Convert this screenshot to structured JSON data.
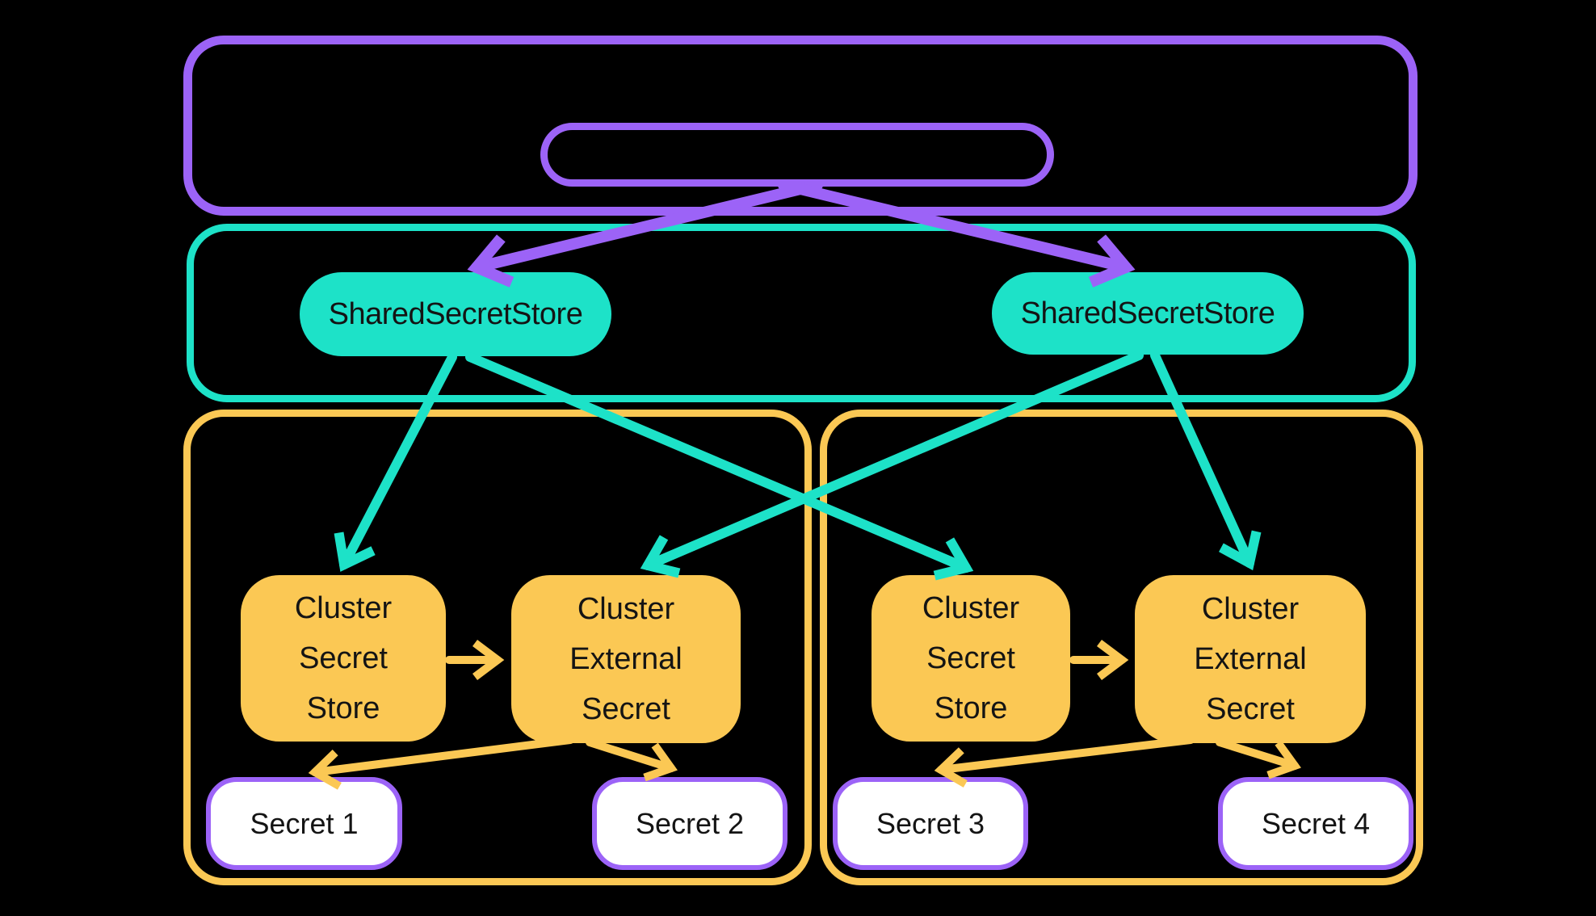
{
  "colors": {
    "background": "#000000",
    "purple": "#9C63F7",
    "teal": "#1DE2C8",
    "yellow": "#FBC854",
    "secret_fill": "#FFFFFF",
    "text": "#141414"
  },
  "nodes": {
    "shared_store_left": {
      "label": "SharedSecretStore"
    },
    "shared_store_right": {
      "label": "SharedSecretStore"
    },
    "cluster_secret_store_left": {
      "lines": [
        "Cluster",
        "Secret",
        "Store"
      ]
    },
    "cluster_external_secret_left": {
      "lines": [
        "Cluster",
        "External",
        "Secret"
      ]
    },
    "cluster_secret_store_right": {
      "lines": [
        "Cluster",
        "Secret",
        "Store"
      ]
    },
    "cluster_external_secret_right": {
      "lines": [
        "Cluster",
        "External",
        "Secret"
      ]
    },
    "secret_1": {
      "label": "Secret 1"
    },
    "secret_2": {
      "label": "Secret 2"
    },
    "secret_3": {
      "label": "Secret 3"
    },
    "secret_4": {
      "label": "Secret 4"
    }
  },
  "edges": [
    {
      "from": "center-pill",
      "to": "shared-store-pill-left",
      "color": "purple"
    },
    {
      "from": "center-pill",
      "to": "shared-store-pill-right",
      "color": "purple"
    },
    {
      "from": "shared-store-pill-left",
      "to": "cluster-secret-store-left",
      "color": "teal"
    },
    {
      "from": "shared-store-pill-left",
      "to": "cluster-secret-store-right",
      "color": "teal"
    },
    {
      "from": "shared-store-pill-right",
      "to": "cluster-external-secret-left",
      "color": "teal"
    },
    {
      "from": "shared-store-pill-right",
      "to": "cluster-external-secret-right",
      "color": "teal"
    },
    {
      "from": "cluster-secret-store-left",
      "to": "cluster-external-secret-left",
      "color": "yellow"
    },
    {
      "from": "cluster-external-secret-left",
      "to": "secret-1",
      "color": "yellow"
    },
    {
      "from": "cluster-external-secret-left",
      "to": "secret-2",
      "color": "yellow"
    },
    {
      "from": "cluster-secret-store-right",
      "to": "cluster-external-secret-right",
      "color": "yellow"
    },
    {
      "from": "cluster-external-secret-right",
      "to": "secret-3",
      "color": "yellow"
    },
    {
      "from": "cluster-external-secret-right",
      "to": "secret-4",
      "color": "yellow"
    }
  ]
}
